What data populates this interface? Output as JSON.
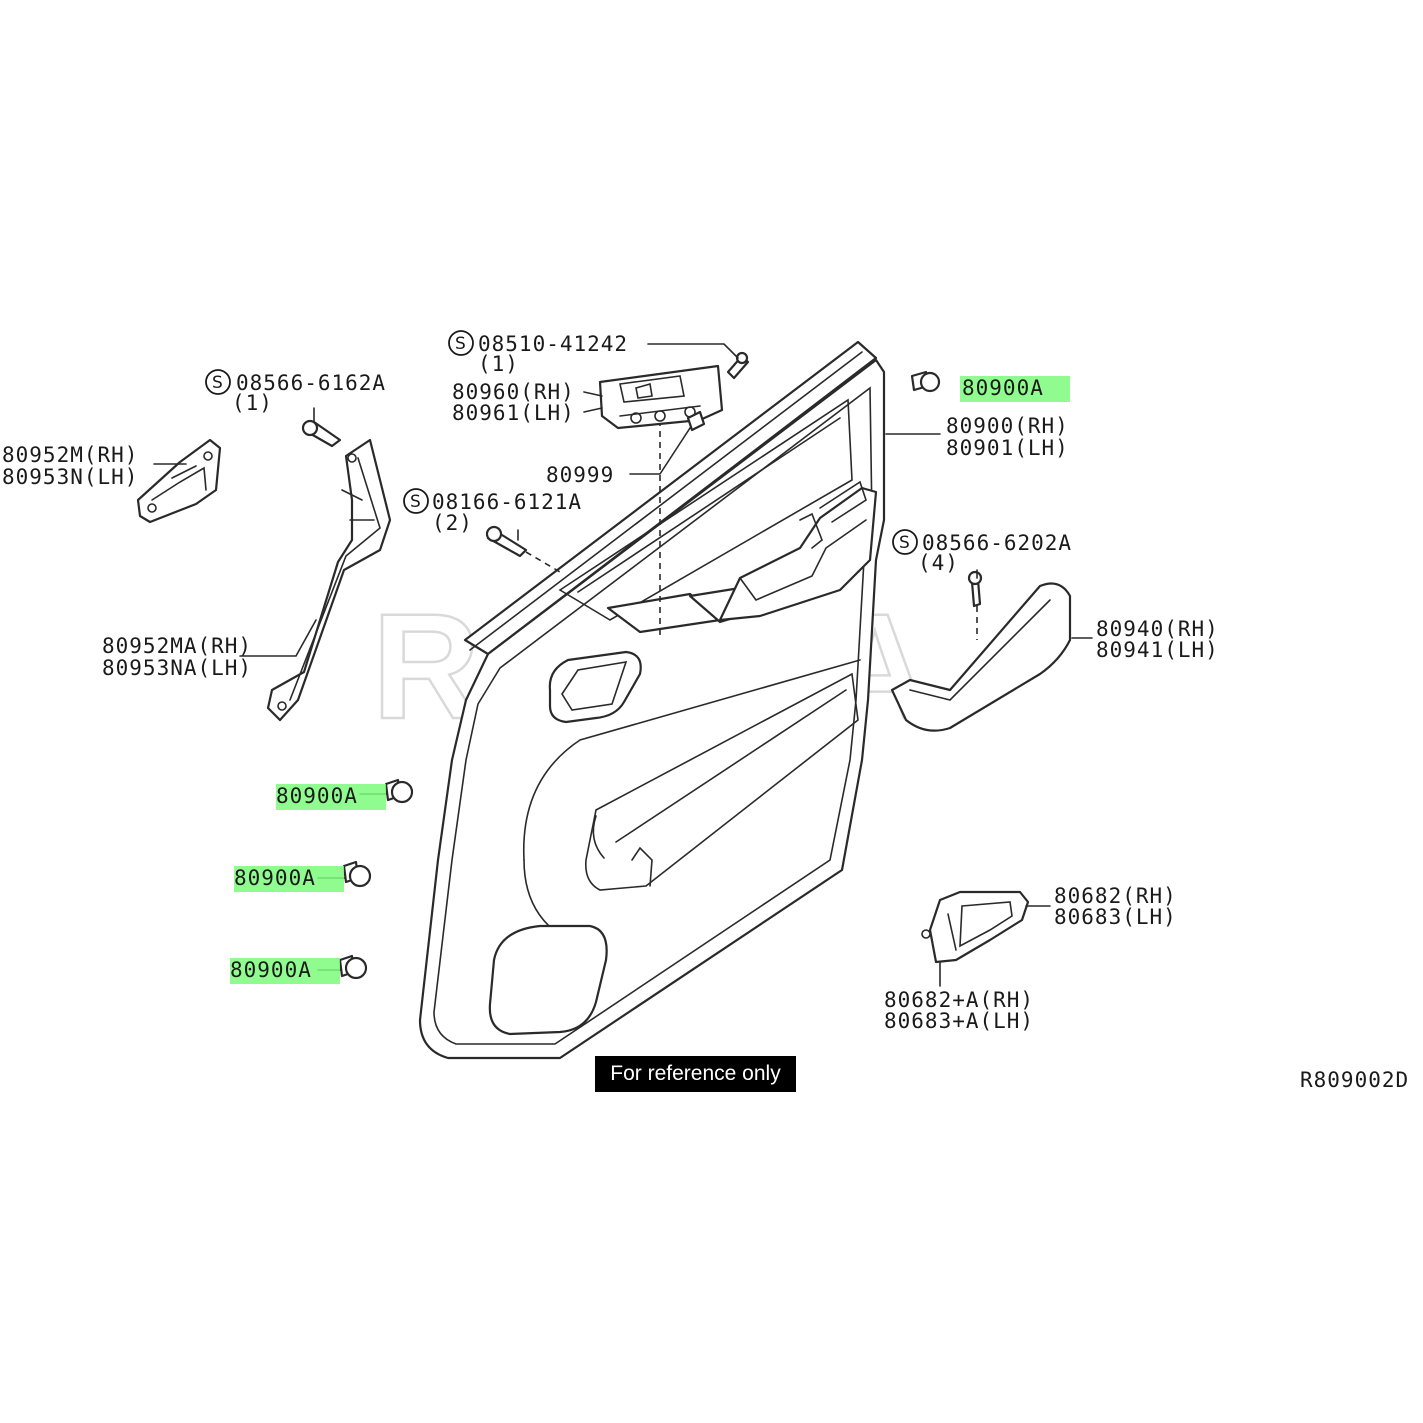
{
  "watermark": "REXKA",
  "note": "For reference only",
  "diagram_code": "R809002D",
  "highlight_color": "#7CFC7C",
  "labels": {
    "screw_top": "08510-41242",
    "screw_top_qty": "(1)",
    "switch_rh": "80960(RH)",
    "switch_lh": "80961(LH)",
    "clip_80999": "80999",
    "bracket_screw": "08566-6162A",
    "bracket_screw_qty": "(1)",
    "bracket_small_rh": "80952M(RH)",
    "bracket_small_lh": "80953N(LH)",
    "bracket_long_rh": "80952MA(RH)",
    "bracket_long_lh": "80953NA(LH)",
    "screw_mid": "08166-6121A",
    "screw_mid_qty": "(2)",
    "clip_top": "80900A",
    "trim_rh": "80900(RH)",
    "trim_lh": "80901(LH)",
    "armrest_screw": "08566-6202A",
    "armrest_screw_qty": "(4)",
    "armrest_rh": "80940(RH)",
    "armrest_lh": "80941(LH)",
    "clip_1": "80900A",
    "clip_2": "80900A",
    "clip_3": "80900A",
    "handle_rh": "80682(RH)",
    "handle_lh": "80683(LH)",
    "handle_a_rh": "80682+A(RH)",
    "handle_a_lh": "80683+A(LH)",
    "s_mark": "S"
  }
}
